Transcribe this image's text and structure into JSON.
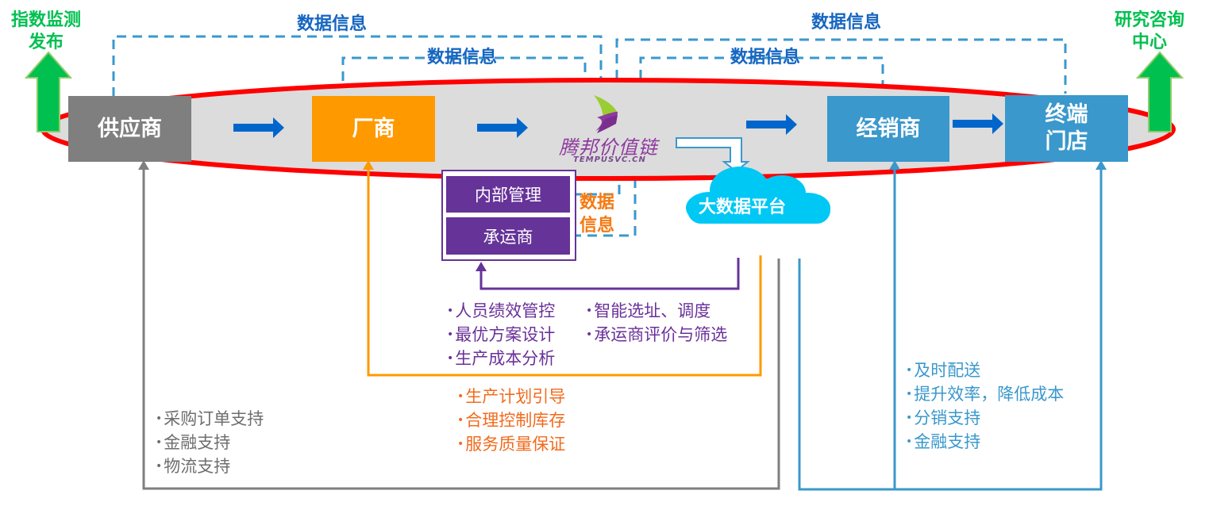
{
  "colors": {
    "ellipse_fill": "#DCDCDC",
    "ellipse_stroke": "#FF0000",
    "supplier": "#7F7F7F",
    "manufacturer": "#FF9900",
    "dealer": "#3A98CC",
    "terminal": "#3A98CC",
    "flow_arrow": "#0066CC",
    "dashed": "#3A98CC",
    "green_arrow": "#00C050",
    "purple": "#663399",
    "cloud": "#00C8F5"
  },
  "top_labels": {
    "left_green": [
      "指数监测",
      "发布"
    ],
    "right_green": [
      "研究咨询",
      "中心"
    ]
  },
  "data_labels": {
    "outer_left": "数据信息",
    "inner_left": "数据信息",
    "outer_right": "数据信息",
    "inner_right": "数据信息",
    "vertical_orange": [
      "数据",
      "信息"
    ]
  },
  "nodes": {
    "supplier": "供应商",
    "manufacturer": "厂商",
    "dealer": "经销商",
    "terminal": [
      "终端",
      "门店"
    ]
  },
  "logo": {
    "name": "腾邦价值链",
    "domain": "TEMPUSVC.CN"
  },
  "cloud": {
    "label": "大数据平台"
  },
  "purple_boxes": [
    "内部管理",
    "承运商"
  ],
  "purple_bullets_left": [
    "人员绩效管控",
    "最优方案设计",
    "生产成本分析"
  ],
  "purple_bullets_right": [
    "智能选址、调度",
    "承运商评价与筛选"
  ],
  "orange_bullets": [
    "生产计划引导",
    "合理控制库存",
    "服务质量保证"
  ],
  "gray_bullets": [
    "采购订单支持",
    "金融支持",
    "物流支持"
  ],
  "blue_bullets": [
    "及时配送",
    "提升效率，降低成本",
    "分销支持",
    "金融支持"
  ]
}
